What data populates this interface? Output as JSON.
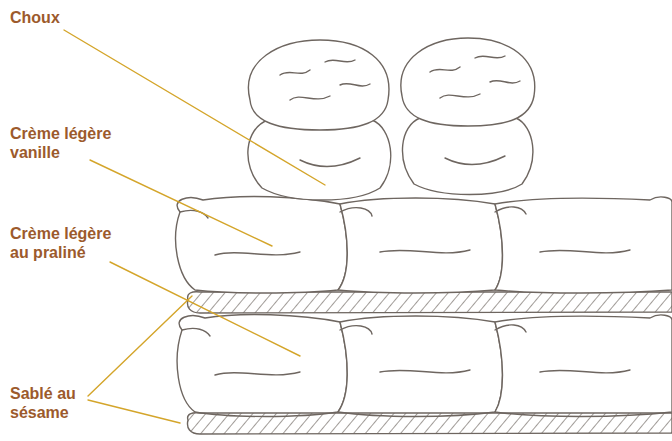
{
  "diagram": {
    "labels": [
      "Choux",
      "Crème légère vanille",
      "Crème légère au praliné",
      "Sablé au sésame"
    ]
  }
}
